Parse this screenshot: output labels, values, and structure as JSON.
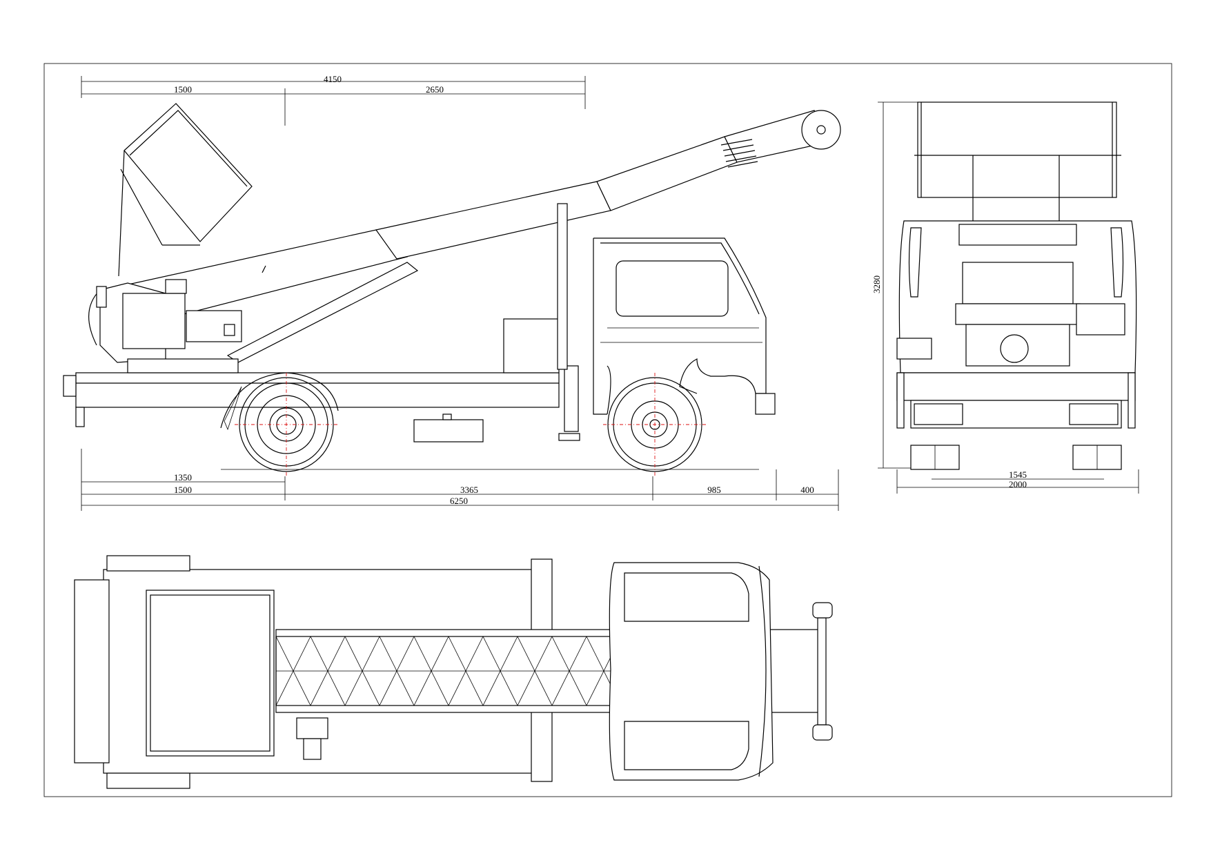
{
  "colors": {
    "line": "#000000",
    "centerline": "#dd1111",
    "paper": "#ffffff"
  },
  "side_view": {
    "top_dims": {
      "total": "4150",
      "left": "1500",
      "right": "2650"
    },
    "bottom_dims": {
      "rear_overhang_inner": "1350",
      "rear_overhang": "1500",
      "wheelbase": "3365",
      "front_overhang": "985",
      "bumper": "400",
      "overall": "6250"
    }
  },
  "front_view": {
    "height": "3280",
    "track": "1545",
    "width": "2000"
  }
}
